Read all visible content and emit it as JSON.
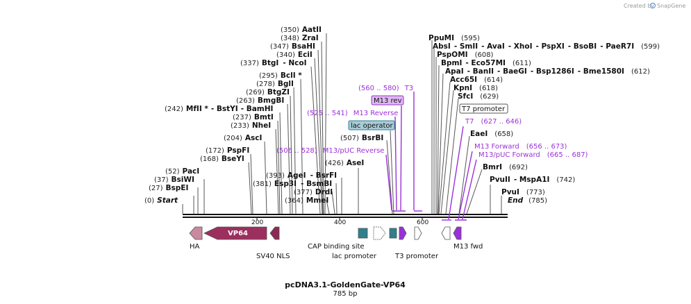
{
  "credit": {
    "prefix": "Created by",
    "brand": "SnapGene"
  },
  "map": {
    "title": "pcDNA3.1-GoldenGate-VP64",
    "length_label": "785 bp",
    "start_label": "Start",
    "start_pos": "(0)",
    "end_label": "End",
    "end_pos": "(785)",
    "ticks": [
      "200",
      "400",
      "600"
    ]
  },
  "left_sites": [
    {
      "pos": "(350)",
      "names": [
        "AatII"
      ]
    },
    {
      "pos": "(348)",
      "names": [
        "ZraI"
      ]
    },
    {
      "pos": "(347)",
      "names": [
        "BsaHI"
      ]
    },
    {
      "pos": "(340)",
      "names": [
        "EciI"
      ]
    },
    {
      "pos": "(337)",
      "names": [
        "BtgI",
        "NcoI"
      ]
    },
    {
      "pos": "(295)",
      "names": [
        "BclI *"
      ]
    },
    {
      "pos": "(278)",
      "names": [
        "BglI"
      ]
    },
    {
      "pos": "(269)",
      "names": [
        "BtgZI"
      ]
    },
    {
      "pos": "(263)",
      "names": [
        "BmgBI"
      ]
    },
    {
      "pos": "(242)",
      "names": [
        "MfII *",
        "BstYI",
        "BamHI"
      ]
    },
    {
      "pos": "(237)",
      "names": [
        "BmtI"
      ]
    },
    {
      "pos": "(233)",
      "names": [
        "NheI"
      ]
    },
    {
      "pos": "(204)",
      "names": [
        "AscI"
      ]
    },
    {
      "pos": "(172)",
      "names": [
        "PspFI"
      ]
    },
    {
      "pos": "(168)",
      "names": [
        "BseYI"
      ]
    },
    {
      "pos": "(52)",
      "names": [
        "PacI"
      ]
    },
    {
      "pos": "(37)",
      "names": [
        "BsiWI"
      ]
    },
    {
      "pos": "(27)",
      "names": [
        "BspEI"
      ]
    },
    {
      "pos": "(426)",
      "names": [
        "AseI"
      ]
    },
    {
      "pos": "(393)",
      "names": [
        "AgeI",
        "BsrFI"
      ]
    },
    {
      "pos": "(381)",
      "names": [
        "Esp3I",
        "BsmBI"
      ]
    },
    {
      "pos": "(377)",
      "names": [
        "DrdI"
      ]
    },
    {
      "pos": "(364)",
      "names": [
        "MmeI"
      ]
    },
    {
      "pos": "(507)",
      "names": [
        "BsrBI"
      ]
    }
  ],
  "right_sites": [
    {
      "pos": "(595)",
      "names": [
        "PpuMI"
      ]
    },
    {
      "pos": "(599)",
      "names": [
        "AbsI",
        "SmII",
        "AvaI",
        "XhoI",
        "PspXI",
        "BsoBI",
        "PaeR7I"
      ]
    },
    {
      "pos": "(608)",
      "names": [
        "PspOMI"
      ]
    },
    {
      "pos": "(611)",
      "names": [
        "BpmI",
        "Eco57MI"
      ]
    },
    {
      "pos": "(612)",
      "names": [
        "ApaI",
        "BanII",
        "BaeGI",
        "Bsp1286I",
        "Bme1580I"
      ]
    },
    {
      "pos": "(614)",
      "names": [
        "Acc65I"
      ]
    },
    {
      "pos": "(618)",
      "names": [
        "KpnI"
      ]
    },
    {
      "pos": "(629)",
      "names": [
        "SfcI"
      ]
    },
    {
      "pos": "(658)",
      "names": [
        "EaeI"
      ]
    },
    {
      "pos": "(692)",
      "names": [
        "BmrI"
      ]
    },
    {
      "pos": "(742)",
      "names": [
        "PvuII",
        "MspA1I"
      ]
    },
    {
      "pos": "(773)",
      "names": [
        "PvuI"
      ]
    }
  ],
  "primers": [
    {
      "name": "T3",
      "range": "(560 .. 580)"
    },
    {
      "name": "M13 rev",
      "range": ""
    },
    {
      "name": "M13 Reverse",
      "range": "(525 .. 541)"
    },
    {
      "name": "M13/pUC Reverse",
      "range": "(506 .. 528)"
    },
    {
      "name": "T7",
      "range": "(627 .. 646)"
    },
    {
      "name": "M13 Forward",
      "range": "(656 .. 673)"
    },
    {
      "name": "M13/pUC Forward",
      "range": "(665 .. 687)"
    }
  ],
  "boxed_labels": [
    {
      "text": "lac operator"
    },
    {
      "text": "T7 promoter"
    }
  ],
  "features": [
    {
      "name": "HA"
    },
    {
      "name": "VP64"
    },
    {
      "name": "SV40 NLS"
    },
    {
      "name": "CAP binding site"
    },
    {
      "name": "lac promoter"
    },
    {
      "name": "T3 promoter"
    },
    {
      "name": "M13 fwd"
    }
  ],
  "colors": {
    "vp64": "#9c2f5e",
    "ha": "#c9899f",
    "nls": "#8c2a54",
    "cap": "#2f7f8c",
    "promoter_outline": "#ffffff",
    "primer": "#9b30d9",
    "lac_operator_fill": "#a8ccd8",
    "m13rev_fill": "#ddb8ee"
  }
}
